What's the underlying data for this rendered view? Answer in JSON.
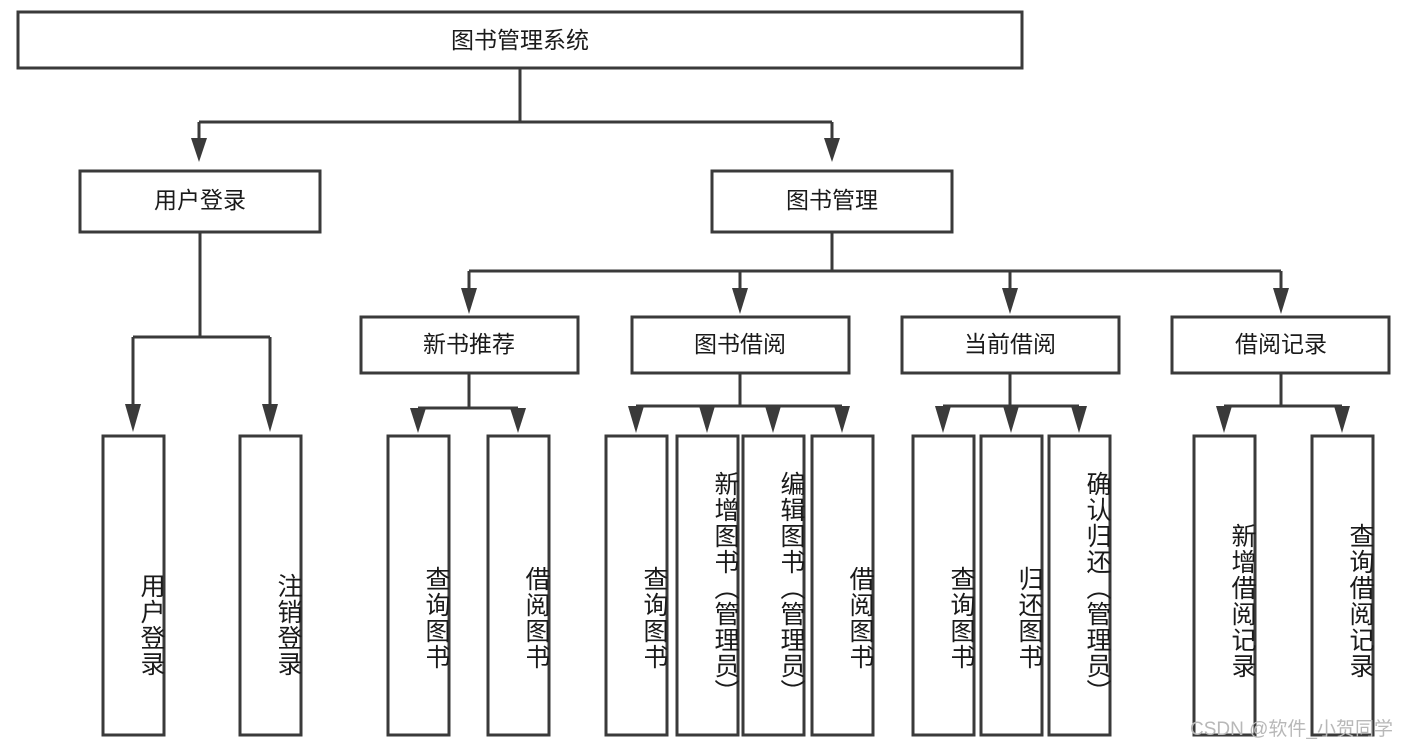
{
  "diagram": {
    "title": "图书管理系统",
    "type": "hierarchy-tree",
    "root": {
      "label": "图书管理系统"
    },
    "level2": [
      {
        "label": "用户登录"
      },
      {
        "label": "图书管理"
      }
    ],
    "level3": [
      {
        "label": "新书推荐"
      },
      {
        "label": "图书借阅"
      },
      {
        "label": "当前借阅"
      },
      {
        "label": "借阅记录"
      }
    ],
    "leaves": {
      "user_login": [
        {
          "label": "用户登录"
        },
        {
          "label": "注销登录"
        }
      ],
      "new_book_recommend": [
        {
          "label": "查询图书"
        },
        {
          "label": "借阅图书"
        }
      ],
      "book_borrow": [
        {
          "label": "查询图书"
        },
        {
          "label": "新增图书（管理员）"
        },
        {
          "label": "编辑图书（管理员）"
        },
        {
          "label": "借阅图书"
        }
      ],
      "current_borrow": [
        {
          "label": "查询图书"
        },
        {
          "label": "归还图书"
        },
        {
          "label": "确认归还（管理员）"
        }
      ],
      "borrow_record": [
        {
          "label": "新增借阅记录"
        },
        {
          "label": "查询借阅记录"
        }
      ]
    }
  },
  "watermark": {
    "text": "CSDN @软件_小贺同学"
  },
  "colors": {
    "stroke": "#3a3a3a",
    "fill": "#ffffff",
    "text": "#1a1a1a",
    "watermark": "#b8b8b8"
  }
}
